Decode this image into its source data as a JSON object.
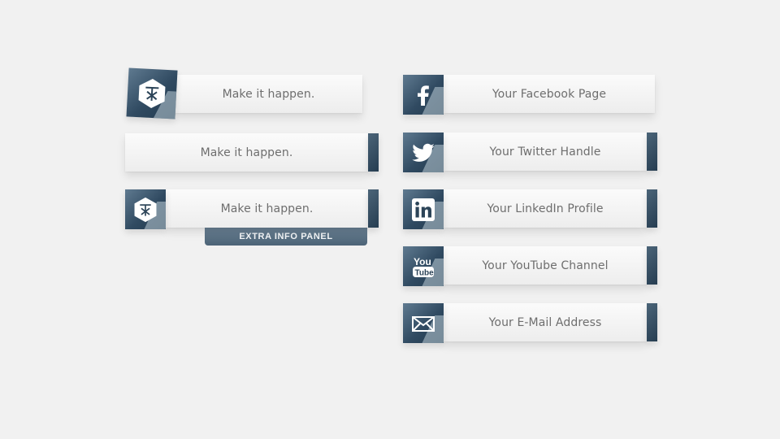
{
  "left_titles": [
    {
      "text": "Make it happen.",
      "icon": "hexagon-logo-icon"
    },
    {
      "text": "Make it happen."
    },
    {
      "text": "Make it happen.",
      "icon": "hexagon-logo-icon"
    }
  ],
  "extra_panel": {
    "label": "EXTRA INFO PANEL"
  },
  "social_titles": [
    {
      "text": "Your Facebook Page",
      "icon": "facebook-icon"
    },
    {
      "text": "Your Twitter Handle",
      "icon": "twitter-icon"
    },
    {
      "text": "Your LinkedIn Profile",
      "icon": "linkedin-icon"
    },
    {
      "text": "Your YouTube Channel",
      "icon": "youtube-icon"
    },
    {
      "text": "Your E-Mail Address",
      "icon": "email-icon"
    }
  ],
  "colors": {
    "background": "#f1f1f1",
    "bar": "#f7f7f7",
    "accent_dark": "#2c4458",
    "accent_light": "#5f7a90",
    "text": "#6e6e6e"
  }
}
